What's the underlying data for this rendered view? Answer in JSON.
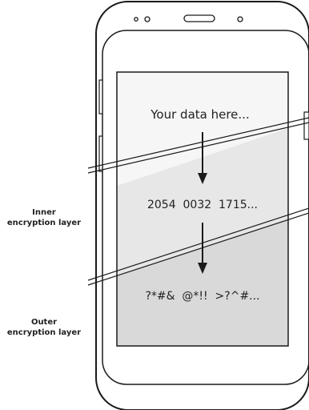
{
  "screen_texts": {
    "plain": "Your data here...",
    "inner_cipher": "2054  0032  1715...",
    "outer_cipher": "?*#&  @*!!  >?^#..."
  },
  "labels": {
    "inner_line1": "Inner",
    "inner_line2": "encryption layer",
    "outer_line1": "Outer",
    "outer_line2": "encryption layer"
  },
  "colors": {
    "outline": "#1a1a1a",
    "band_top": "#f6f6f6",
    "band_mid": "#e7e7e7",
    "band_bottom": "#d9d9d9"
  }
}
